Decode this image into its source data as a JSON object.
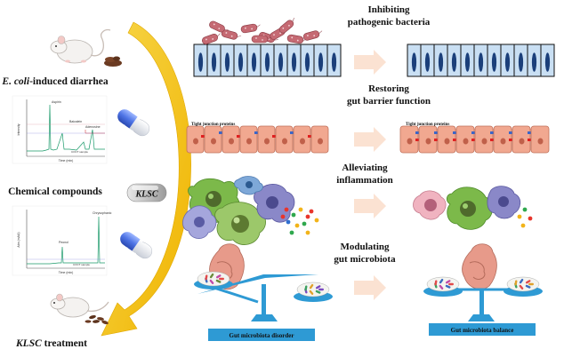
{
  "left_panel": {
    "top_label_italic": "E. coli",
    "top_label_rest": "-induced diarrhea",
    "middle_label": "Chemical compounds",
    "capsule_label": "KLSC",
    "bottom_label_italic": "KLSC",
    "bottom_label_rest": " treatment",
    "chart1": {
      "peaks": [
        "Aspirin",
        "Baicalein",
        "Adenosine",
        "COCT sample"
      ],
      "xlabel": "Time (min)",
      "ylabel": "Intensity"
    },
    "chart2": {
      "peaks": [
        "Peonol",
        "Chrysophanic",
        "COCT sample"
      ],
      "xlabel": "Time (min)",
      "ylabel": "Abs (mAU)"
    }
  },
  "effects": [
    {
      "title_line1": "Inhibiting",
      "title_line2": "pathogenic bacteria"
    },
    {
      "title_line1": "Restoring",
      "title_line2": "gut barrier function",
      "tight_junction_label": "Tight junction proteins"
    },
    {
      "title_line1": "Alleviating",
      "title_line2": "inflammation"
    },
    {
      "title_line1": "Modulating",
      "title_line2": "gut microbiota",
      "before_label": "Gut microbiota disorder",
      "after_label": "Gut microbiota balance"
    }
  ],
  "colors": {
    "arrow_yellow": "#f2c000",
    "epithelial_blue": "#c9dff3",
    "nucleus": "#1b3f7a",
    "bacteria": "#c56a73",
    "tj_cell": "#f1a890",
    "tj_red": "#e02020",
    "tj_blue": "#3a66c8",
    "balance_blue": "#2e9ad4",
    "pale_arrow": "#fbe2d2"
  }
}
